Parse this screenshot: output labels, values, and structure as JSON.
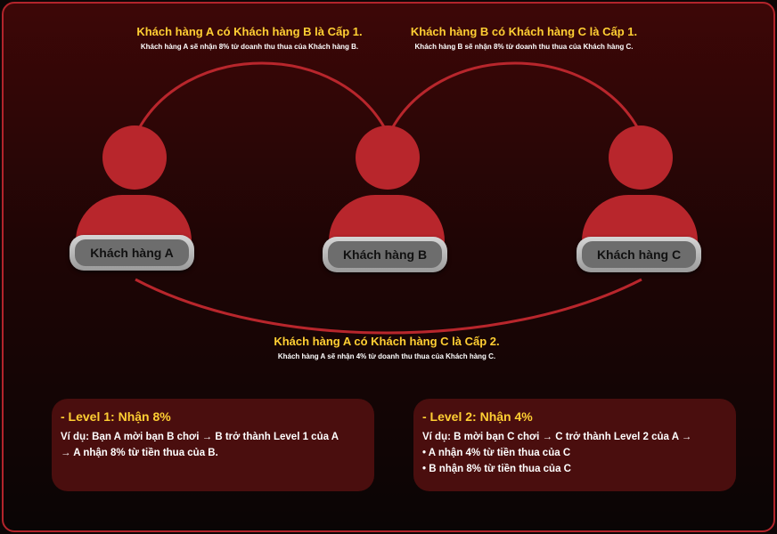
{
  "captions": {
    "level1_ab": {
      "title": "Khách hàng A có Khách hàng B là Cấp 1.",
      "sub": "Khách hàng A sẽ nhận 8% từ doanh thu thua của Khách hàng B."
    },
    "level1_bc": {
      "title": "Khách hàng B có Khách hàng C là Cấp 1.",
      "sub": "Khách hàng B sẽ nhận 8% từ doanh thu thua của Khách hàng C."
    },
    "level2_ac": {
      "title": "Khách hàng A có Khách hàng C là Cấp 2.",
      "sub": "Khách hàng A sẽ nhận 4% từ doanh thu thua của Khách hàng C."
    }
  },
  "customers": [
    {
      "label": "Khách hàng A"
    },
    {
      "label": "Khách hàng B"
    },
    {
      "label": "Khách hàng C"
    }
  ],
  "cards": {
    "level1": {
      "heading": "- Level 1: Nhận 8%",
      "lines": [
        "Ví dụ: Bạn A mời bạn B chơi → B trở thành Level 1 của A",
        "→ A nhận 8% từ tiền thua của B."
      ]
    },
    "level2": {
      "heading": "- Level 2: Nhận 4%",
      "lines": [
        "Ví dụ: B mời bạn C chơi → C trở thành Level 2 của A →",
        "• A nhận 4% từ tiền thua của C",
        "• B nhận 8% từ tiền thua của C"
      ]
    }
  },
  "colors": {
    "accent_yellow": "#ffcf33",
    "person_red": "#b8262c",
    "border_red": "#b3242b",
    "card_bg": "#4a0e0e"
  }
}
